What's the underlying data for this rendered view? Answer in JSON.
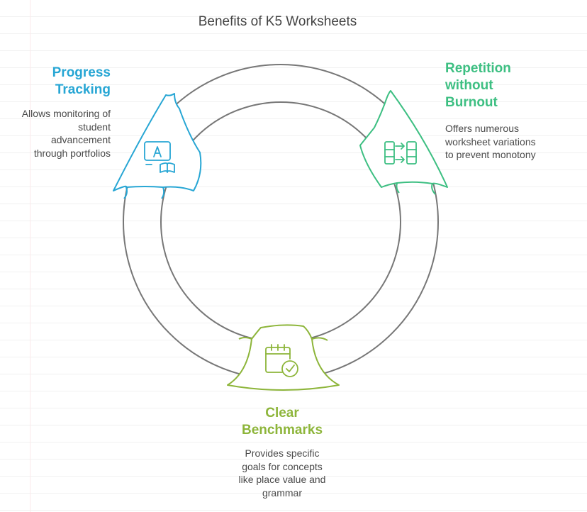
{
  "title": "Benefits of K5 Worksheets",
  "colors": {
    "progress": "#27a6d4",
    "repetition": "#3dbf82",
    "clear": "#8db53a",
    "ring": "#777777"
  },
  "benefits": [
    {
      "id": "progress",
      "heading": [
        "Progress",
        "Tracking"
      ],
      "description": [
        "Allows monitoring of",
        "student",
        "advancement",
        "through portfolios"
      ],
      "icon": "book-reading-icon"
    },
    {
      "id": "repetition",
      "heading": [
        "Repetition",
        "without",
        "Burnout"
      ],
      "description": [
        "Offers numerous",
        "worksheet variations",
        "to prevent monotony"
      ],
      "icon": "split-arrows-icon"
    },
    {
      "id": "clear",
      "heading": [
        "Clear",
        "Benchmarks"
      ],
      "description": [
        "Provides specific",
        "goals for concepts",
        "like place value and",
        "grammar"
      ],
      "icon": "calendar-check-icon"
    }
  ]
}
